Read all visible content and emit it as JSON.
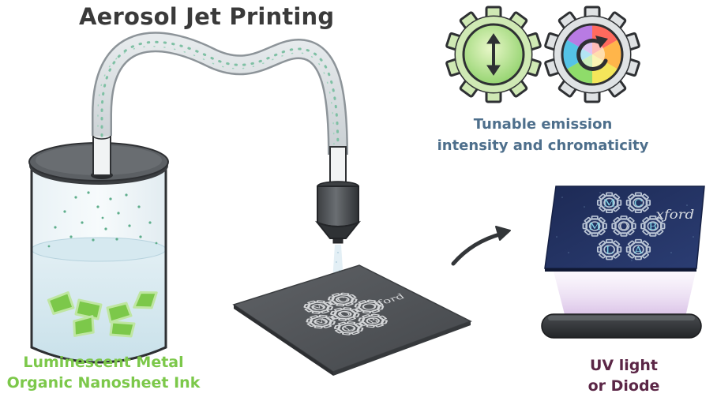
{
  "title": "Aerosol Jet Printing",
  "ink_label": {
    "line1": "Luminescent Metal",
    "line2": "Organic Nanosheet Ink"
  },
  "emission_label": {
    "line1": "Tunable emission",
    "line2": "intensity and chromaticity"
  },
  "light_label": {
    "line1": "UV light",
    "line2": "or Diode"
  },
  "pattern_letters": [
    "M",
    "C",
    "M",
    "O",
    "B",
    "L",
    "A"
  ],
  "pattern_word": "xford",
  "icons": [
    "intensity-arrow-icon",
    "chromaticity-cycle-icon"
  ],
  "colors": {
    "ink_green": "#7cc84a",
    "label_blue": "#4e6f8c",
    "label_plum": "#5b2646",
    "title_gray": "#3a3a3a",
    "gear_gray": "#d5d7d9"
  }
}
